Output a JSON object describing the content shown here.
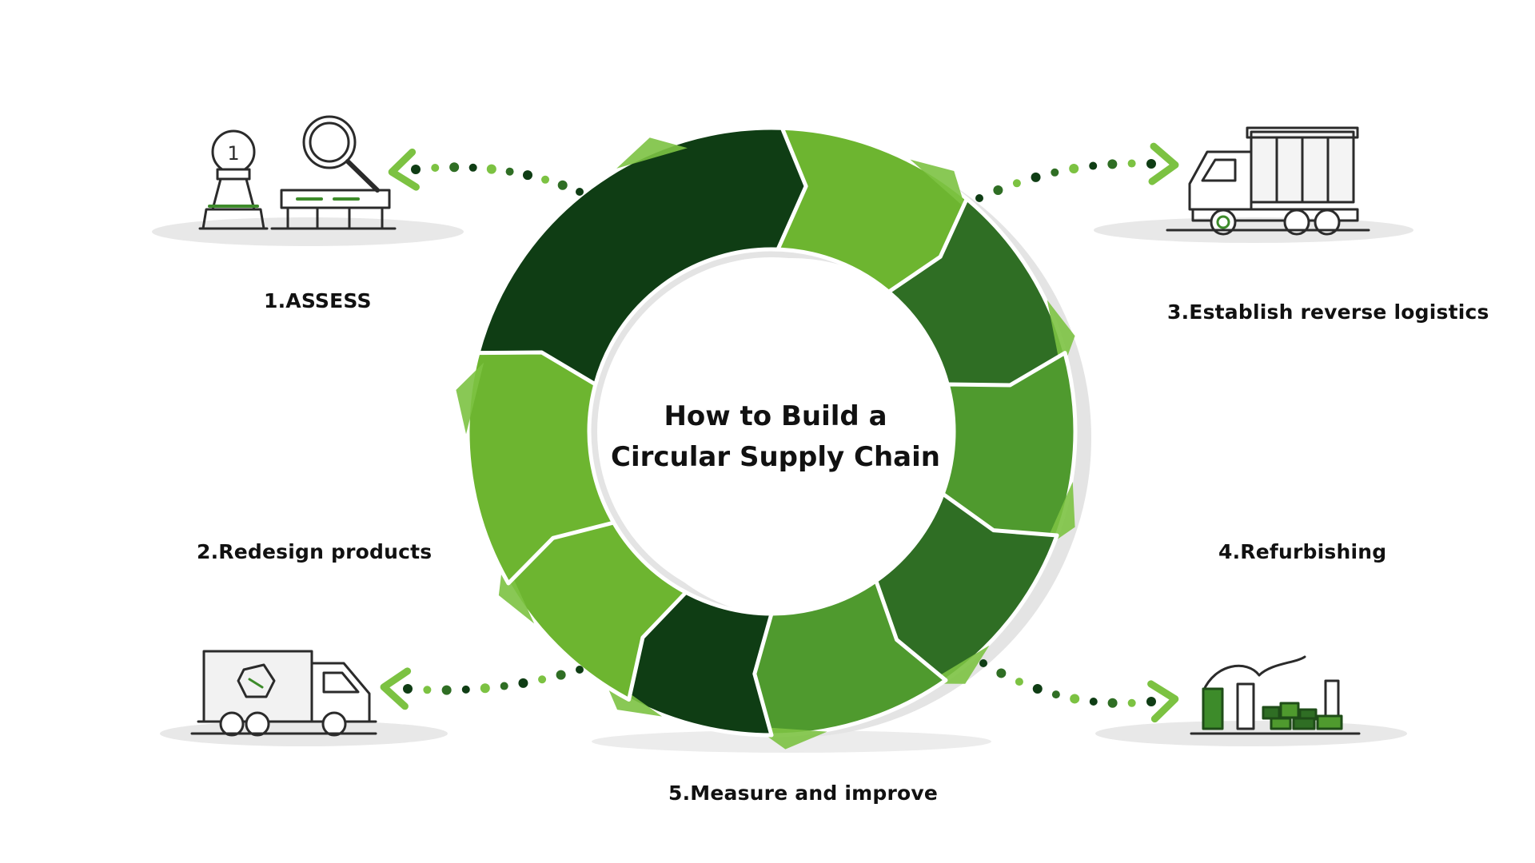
{
  "title": {
    "line1": "How to Build a",
    "line2": "Circular Supply Chain"
  },
  "steps": [
    {
      "label": "1.ASSESS",
      "icon": "chess-pawn-magnifier-icon"
    },
    {
      "label": "2.Redesign products",
      "icon": "box-truck-icon"
    },
    {
      "label": "3.Establish reverse logistics",
      "icon": "delivery-truck-icon"
    },
    {
      "label": "4.Refurbishing",
      "icon": "factory-icon"
    },
    {
      "label": "5.Measure and improve",
      "icon": ""
    }
  ],
  "colors": {
    "ring_dark": "#0f3d14",
    "ring_mid": "#2f6e24",
    "ring_green": "#4f9a2e",
    "ring_light": "#6db530",
    "arrow_accent": "#7cc242",
    "icon_stroke": "#2b2b2b",
    "shadow": "#e6e6e6"
  }
}
